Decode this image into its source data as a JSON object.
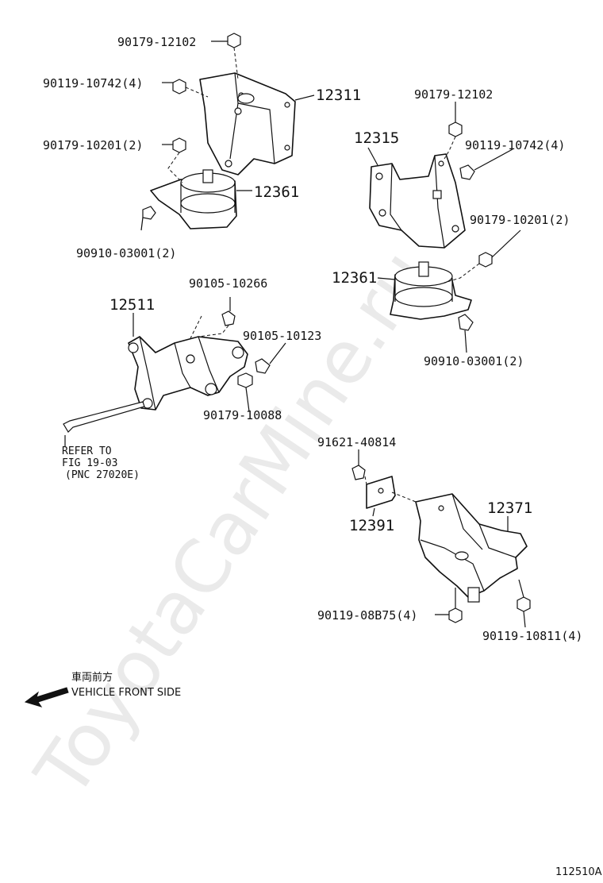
{
  "watermark": "ToyotaCarMine.ru",
  "figure_id": "112510A",
  "direction": {
    "label_jp": "車両前方",
    "label_en": "VEHICLE FRONT SIDE"
  },
  "reference": {
    "line1": "REFER TO",
    "line2": "FIG 19-03",
    "line3": "(PNC 27020E)"
  },
  "callouts": {
    "nut_top_left": "90179-12102",
    "bolt_top_left": "90119-10742(4)",
    "bracket_left": "12311",
    "nut_left_2": "90179-10201(2)",
    "insulator_left": "12361",
    "bolt_left_2": "90910-03001(2)",
    "nut_top_right": "90179-12102",
    "bracket_right": "12315",
    "bolt_top_right": "90119-10742(4)",
    "nut_right_2": "90179-10201(2)",
    "insulator_right": "12361",
    "bolt_right_2": "90910-03001(2)",
    "bolt_mid_1": "90105-10266",
    "bracket_mid": "12511",
    "bolt_mid_2": "90105-10123",
    "nut_mid": "90179-10088",
    "bolt_lower": "91621-40814",
    "plate_lower": "12391",
    "bracket_lower": "12371",
    "bolt_lower_left": "90119-08B75(4)",
    "bolt_lower_right": "90119-10811(4)"
  },
  "icons": [
    "arrow-left-icon"
  ]
}
